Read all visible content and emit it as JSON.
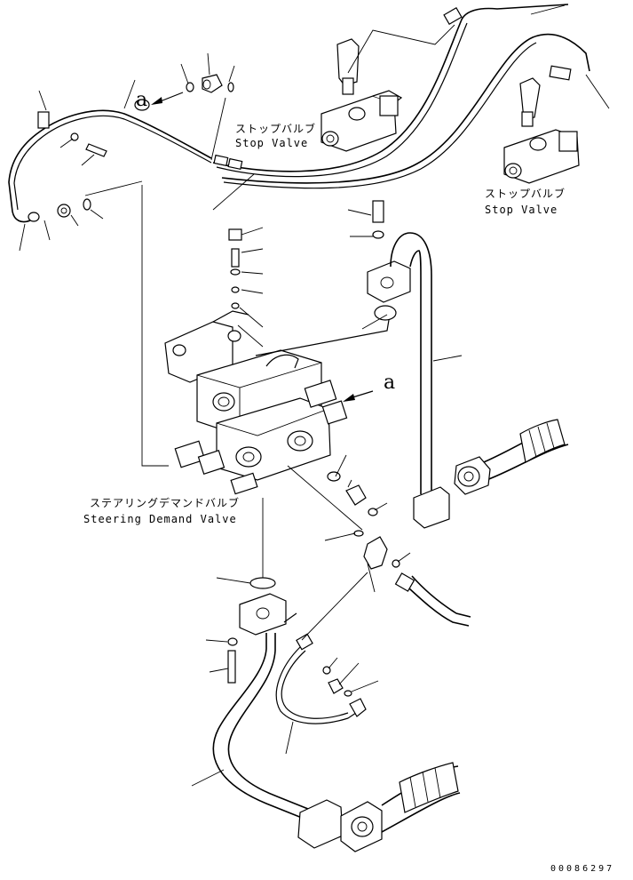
{
  "labels": {
    "stop_valve_1_jp": "ストップバルブ",
    "stop_valve_1_en": "Stop Valve",
    "stop_valve_2_jp": "ストップバルブ",
    "stop_valve_2_en": "Stop Valve",
    "steering_valve_jp": "ステアリングデマンドバルブ",
    "steering_valve_en": "Steering Demand Valve",
    "ref_a_1": "a",
    "ref_a_2": "a",
    "drawing_number": "00086297"
  }
}
